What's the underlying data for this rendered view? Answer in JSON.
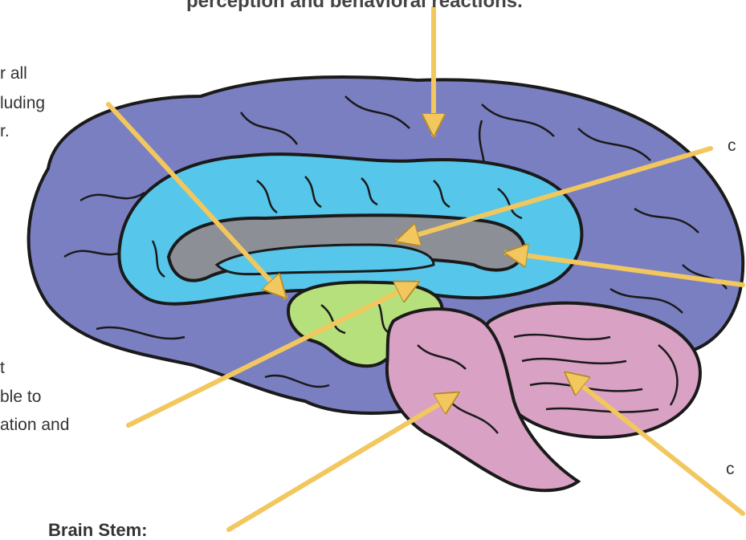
{
  "labels": {
    "top": "perception and behavioral reactions.",
    "left_top_1": "r all",
    "left_top_2": "luding",
    "left_top_3": "r.",
    "left_bottom_1": "t",
    "left_bottom_2": "ble to",
    "left_bottom_3": "ation and",
    "right_top_1": "c",
    "right_bottom_1": "c",
    "brain_stem": "Brain Stem:"
  },
  "colors": {
    "cortex": "#7a7fc2",
    "cingulate": "#56c6ea",
    "corpus_callosum": "#8c8f96",
    "thalamus": "#b6e07c",
    "brainstem": "#d9a1c4",
    "cerebellum": "#d9a1c4",
    "arrow": "#f2c75d",
    "outline": "#1a1a1a"
  }
}
